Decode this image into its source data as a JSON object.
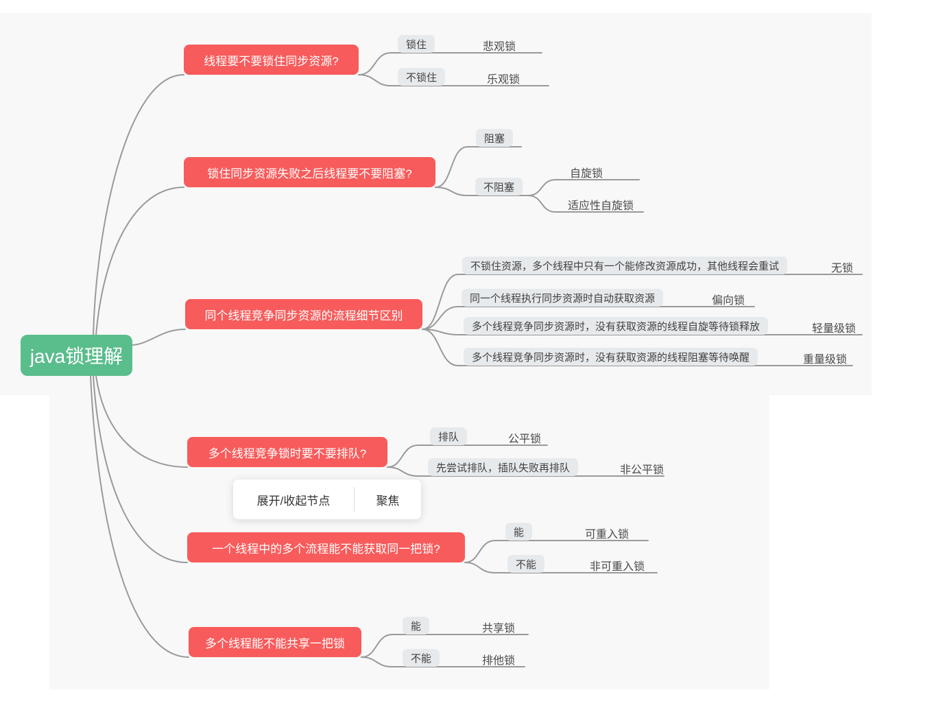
{
  "colors": {
    "page_bg": "#ffffff",
    "canvas_bg": "#f8f8f8",
    "root_bg": "#5abd8c",
    "branch_bg": "#f85b5b",
    "pill_bg": "#e7eaec",
    "pill_text": "#404040",
    "leaf_text": "#4a4a4a",
    "line": "#999999"
  },
  "root": {
    "label": "java锁理解"
  },
  "branches": [
    {
      "label": "线程要不要锁住同步资源?",
      "children": [
        {
          "label": "锁住",
          "leaves": [
            "悲观锁"
          ]
        },
        {
          "label": "不锁住",
          "leaves": [
            "乐观锁"
          ]
        }
      ]
    },
    {
      "label": "锁住同步资源失败之后线程要不要阻塞?",
      "children": [
        {
          "label": "阻塞",
          "leaves": []
        },
        {
          "label": "不阻塞",
          "leaves": [
            "自旋锁",
            "适应性自旋锁"
          ]
        }
      ]
    },
    {
      "label": "同个线程竞争同步资源的流程细节区别",
      "children": [
        {
          "label": "不锁住资源，多个线程中只有一个能修改资源成功，其他线程会重试",
          "leaves": [
            "无锁"
          ]
        },
        {
          "label": "同一个线程执行同步资源时自动获取资源",
          "leaves": [
            "偏向锁"
          ]
        },
        {
          "label": "多个线程竞争同步资源时，没有获取资源的线程自旋等待锁释放",
          "leaves": [
            "轻量级锁"
          ]
        },
        {
          "label": "多个线程竞争同步资源时，没有获取资源的线程阻塞等待唤醒",
          "leaves": [
            "重量级锁"
          ]
        }
      ]
    },
    {
      "label": "多个线程竞争锁时要不要排队?",
      "children": [
        {
          "label": "排队",
          "leaves": [
            "公平锁"
          ]
        },
        {
          "label": "先尝试排队，插队失败再排队",
          "leaves": [
            "非公平锁"
          ]
        }
      ]
    },
    {
      "label": "一个线程中的多个流程能不能获取同一把锁?",
      "children": [
        {
          "label": "能",
          "leaves": [
            "可重入锁"
          ]
        },
        {
          "label": "不能",
          "leaves": [
            "非可重入锁"
          ]
        }
      ]
    },
    {
      "label": "多个线程能不能共享一把锁",
      "children": [
        {
          "label": "能",
          "leaves": [
            "共享锁"
          ]
        },
        {
          "label": "不能",
          "leaves": [
            "排他锁"
          ]
        }
      ]
    }
  ],
  "context_menu": {
    "items": [
      "展开/收起节点",
      "聚焦"
    ]
  }
}
